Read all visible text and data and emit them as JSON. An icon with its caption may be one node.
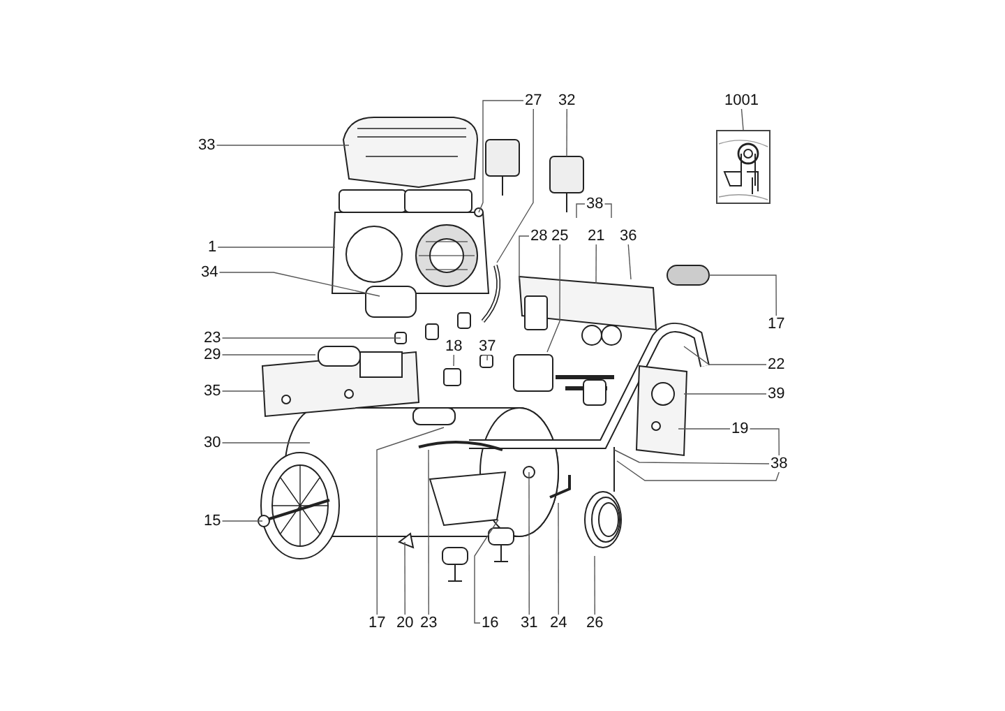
{
  "diagram": {
    "nodes": [
      {
        "text": [
          "27"
        ]
      },
      {
        "text": [
          "32"
        ]
      },
      {
        "text": [
          "1001"
        ]
      },
      {
        "text": [],
        "shape": "picture"
      },
      {
        "text": [
          "33"
        ]
      },
      {
        "text": [
          "38"
        ]
      },
      {
        "text": [
          "28"
        ]
      },
      {
        "text": [
          "25"
        ]
      },
      {
        "text": [
          "21"
        ]
      },
      {
        "text": [
          "36"
        ]
      },
      {
        "text": [
          "1"
        ]
      },
      {
        "text": [
          "34"
        ]
      },
      {
        "text": [
          "17"
        ]
      },
      {
        "text": [
          "23"
        ]
      },
      {
        "text": [
          "18"
        ]
      },
      {
        "text": [
          "37"
        ]
      },
      {
        "text": [
          "29"
        ]
      },
      {
        "text": [
          "22"
        ]
      },
      {
        "text": [
          "35"
        ]
      },
      {
        "text": [
          "39"
        ]
      },
      {
        "text": [
          "19"
        ]
      },
      {
        "text": [
          "30"
        ]
      },
      {
        "text": [
          "38"
        ]
      },
      {
        "text": [
          "15"
        ]
      },
      {
        "text": [
          "17"
        ]
      },
      {
        "text": [
          "20"
        ]
      },
      {
        "text": [
          "23"
        ]
      },
      {
        "text": [
          "16"
        ]
      },
      {
        "text": [
          "31"
        ]
      },
      {
        "text": [
          "24"
        ]
      },
      {
        "text": [
          "26"
        ]
      }
    ],
    "edges": [
      {
        "from": 0,
        "to": null,
        "arrow": "none"
      },
      {
        "from": 0,
        "to": null,
        "arrow": "none"
      },
      {
        "from": 1,
        "to": null,
        "arrow": "none"
      },
      {
        "from": 2,
        "to": 3,
        "arrow": "none"
      },
      {
        "from": 4,
        "to": null,
        "arrow": "none"
      },
      {
        "from": 5,
        "to": null,
        "arrow": "none"
      },
      {
        "from": 5,
        "to": null,
        "arrow": "none"
      },
      {
        "from": 6,
        "to": null,
        "arrow": "none"
      },
      {
        "from": 7,
        "to": null,
        "arrow": "none"
      },
      {
        "from": 8,
        "to": null,
        "arrow": "none"
      },
      {
        "from": 9,
        "to": null,
        "arrow": "none"
      },
      {
        "from": 10,
        "to": null,
        "arrow": "none"
      },
      {
        "from": 11,
        "to": null,
        "arrow": "none"
      },
      {
        "from": 12,
        "to": null,
        "arrow": "none"
      },
      {
        "from": 13,
        "to": null,
        "arrow": "none"
      },
      {
        "from": 14,
        "to": null,
        "arrow": "none"
      },
      {
        "from": 15,
        "to": null,
        "arrow": "none"
      },
      {
        "from": 16,
        "to": null,
        "arrow": "none"
      },
      {
        "from": 17,
        "to": null,
        "arrow": "none"
      },
      {
        "from": 18,
        "to": null,
        "arrow": "none"
      },
      {
        "from": 19,
        "to": null,
        "arrow": "none"
      },
      {
        "from": 20,
        "to": null,
        "arrow": "none"
      },
      {
        "from": 21,
        "to": null,
        "arrow": "none"
      },
      {
        "from": 22,
        "to": 20,
        "arrow": "none"
      },
      {
        "from": 22,
        "to": null,
        "arrow": "none"
      },
      {
        "from": 22,
        "to": null,
        "arrow": "none"
      },
      {
        "from": 23,
        "to": null,
        "arrow": "none"
      },
      {
        "from": 24,
        "to": null,
        "arrow": "none"
      },
      {
        "from": 25,
        "to": null,
        "arrow": "none"
      },
      {
        "from": 26,
        "to": null,
        "arrow": "none"
      },
      {
        "from": 27,
        "to": null,
        "arrow": "none"
      },
      {
        "from": 28,
        "to": null,
        "arrow": "none"
      },
      {
        "from": 29,
        "to": null,
        "arrow": "none"
      },
      {
        "from": 30,
        "to": null,
        "arrow": "none"
      }
    ]
  }
}
